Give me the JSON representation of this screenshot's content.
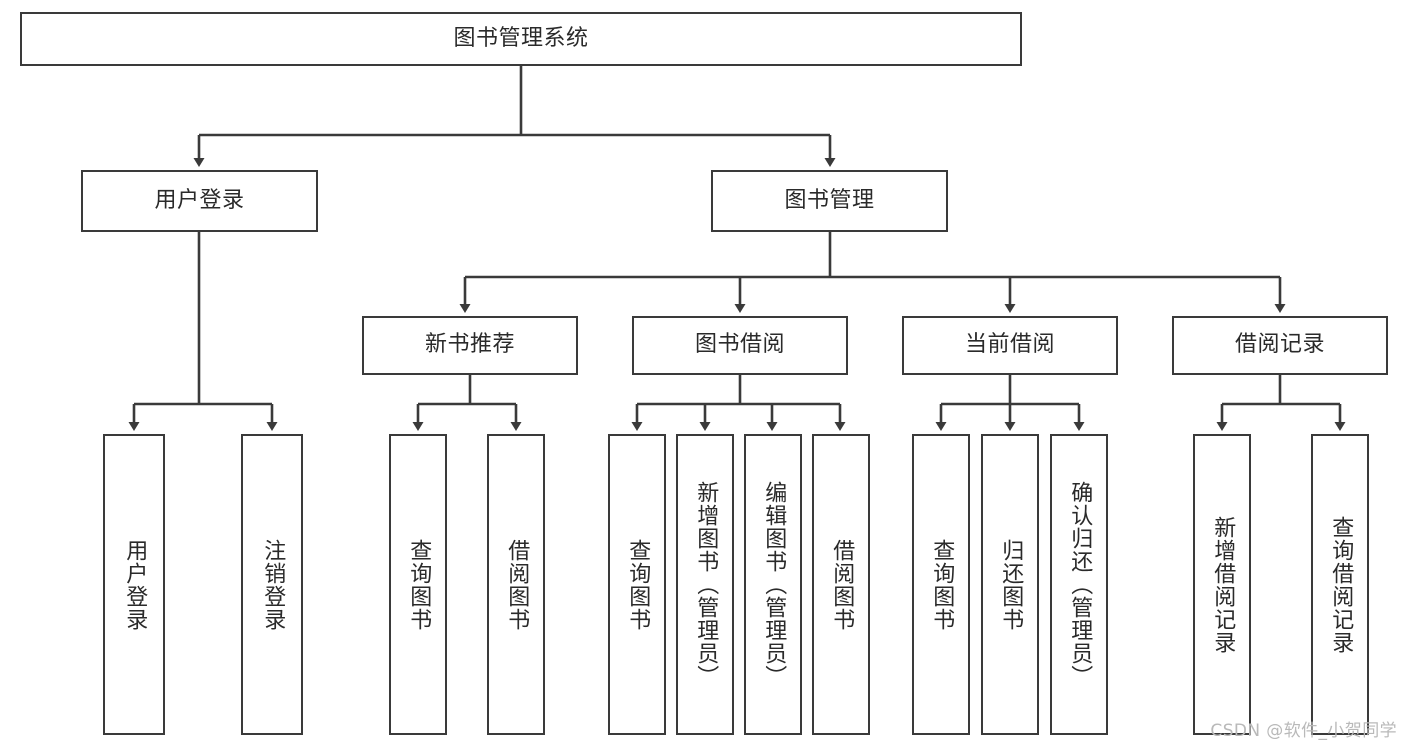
{
  "diagram": {
    "title": "图书管理系统",
    "type": "tree-hierarchy",
    "root": {
      "id": "root",
      "label": "图书管理系统"
    },
    "level2": [
      {
        "id": "user-login",
        "label": "用户登录"
      },
      {
        "id": "book-manage",
        "label": "图书管理"
      }
    ],
    "level3": [
      {
        "id": "new-book-recommend",
        "label": "新书推荐"
      },
      {
        "id": "book-borrow",
        "label": "图书借阅"
      },
      {
        "id": "current-borrow",
        "label": "当前借阅"
      },
      {
        "id": "borrow-record",
        "label": "借阅记录"
      }
    ],
    "leaves": {
      "user_login": [
        {
          "id": "leaf-user-login",
          "label": "用户登录"
        },
        {
          "id": "leaf-logout-login",
          "label": "注销登录"
        }
      ],
      "new_book_recommend": [
        {
          "id": "leaf-query-book-1",
          "label": "查询图书"
        },
        {
          "id": "leaf-borrow-book-1",
          "label": "借阅图书"
        }
      ],
      "book_borrow": [
        {
          "id": "leaf-query-book-2",
          "label": "查询图书"
        },
        {
          "id": "leaf-add-book",
          "label": "新增图书（管理员）"
        },
        {
          "id": "leaf-edit-book",
          "label": "编辑图书（管理员）"
        },
        {
          "id": "leaf-borrow-book-2",
          "label": "借阅图书"
        }
      ],
      "current_borrow": [
        {
          "id": "leaf-query-book-3",
          "label": "查询图书"
        },
        {
          "id": "leaf-return-book",
          "label": "归还图书"
        },
        {
          "id": "leaf-confirm-return",
          "label": "确认归还（管理员）"
        }
      ],
      "borrow_record": [
        {
          "id": "leaf-add-record",
          "label": "新增借阅记录"
        },
        {
          "id": "leaf-query-record",
          "label": "查询借阅记录"
        }
      ]
    }
  },
  "watermark": {
    "text": "CSDN @软件_小贺同学"
  },
  "colors": {
    "stroke": "#3a3a3a",
    "background": "#ffffff",
    "text": "#2a2a2a",
    "watermark": "#b9b9b9"
  }
}
